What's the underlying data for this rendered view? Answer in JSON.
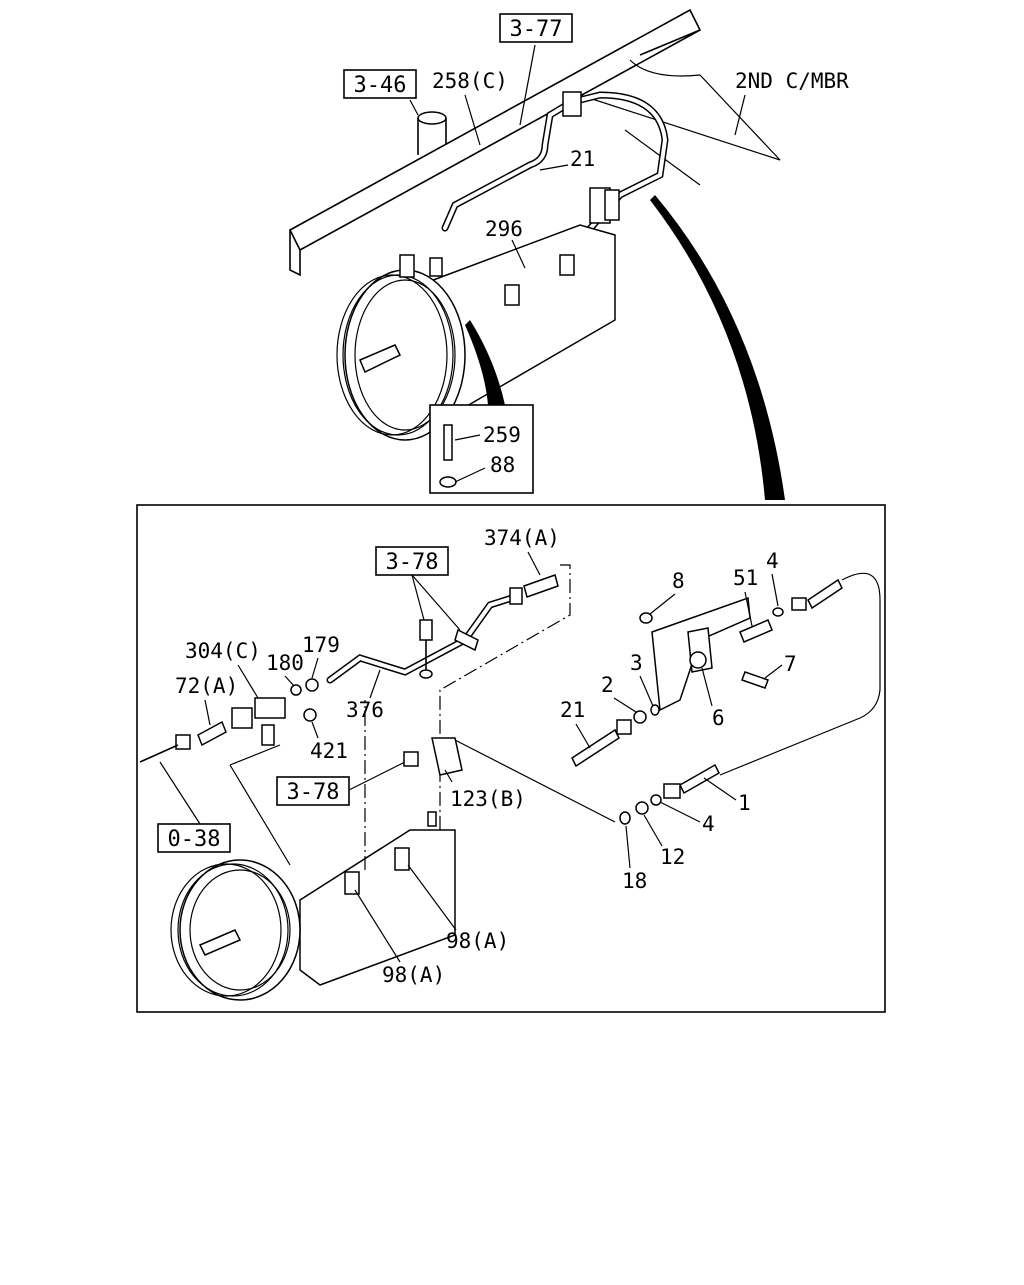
{
  "refs": {
    "r377": "3-77",
    "r346": "3-46",
    "r378a": "3-78",
    "r378b": "3-78",
    "r038": "0-38"
  },
  "labels": {
    "c_mbr": "2ND C/MBR",
    "p258c": "258(C)",
    "p21top": "21",
    "p296": "296",
    "p259": "259",
    "p88": "88",
    "p374a": "374(A)",
    "p8": "8",
    "p51": "51",
    "p4a": "4",
    "p7": "7",
    "p3": "3",
    "p2": "2",
    "p6": "6",
    "p21": "21",
    "p1": "1",
    "p4b": "4",
    "p12": "12",
    "p18": "18",
    "p304c": "304(C)",
    "p179": "179",
    "p180": "180",
    "p72a": "72(A)",
    "p376": "376",
    "p421": "421",
    "p123b": "123(B)",
    "p98a1": "98(A)",
    "p98a2": "98(A)"
  }
}
